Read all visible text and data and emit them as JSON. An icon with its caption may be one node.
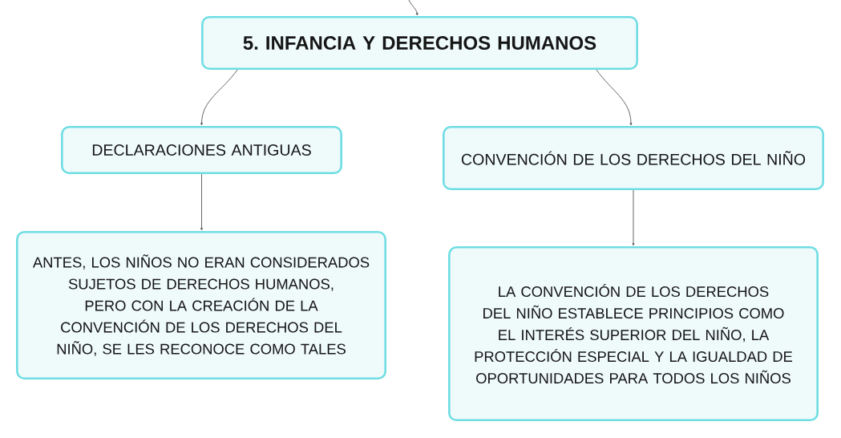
{
  "diagram": {
    "nodes": [
      {
        "text": [
          "5. INFANCIA Y DERECHOS HUMANOS"
        ]
      },
      {
        "text": [
          "DECLARACIONES ANTIGUAS"
        ]
      },
      {
        "text": [
          "CONVENCIÓN DE LOS DERECHOS DEL NIÑO"
        ]
      },
      {
        "text": [
          "ANTES, LOS NIÑOS NO ERAN CONSIDERADOS SUJETOS DE DERECHOS HUMANOS, PERO CON LA CREACIÓN DE LA CONVENCIÓN DE LOS DERECHOS DEL NIÑO, SE LES RECONOCE COMO TALES"
        ]
      },
      {
        "text": [
          "LA CONVENCIÓN DE LOS DERECHOS DEL NIÑO ESTABLECE PRINCIPIOS COMO EL INTERÉS SUPERIOR DEL NIÑO, LA PROTECCIÓN ESPECIAL Y LA IGUALDAD DE OPORTUNIDADES PARA TODOS LOS NIÑOS"
        ]
      }
    ],
    "edges": [
      {
        "from": null,
        "to": 0,
        "arrow": "to"
      },
      {
        "from": 0,
        "to": 1,
        "arrow": "to"
      },
      {
        "from": 0,
        "to": 2,
        "arrow": "to"
      },
      {
        "from": 1,
        "to": 3,
        "arrow": "to"
      },
      {
        "from": 2,
        "to": 4,
        "arrow": "to"
      }
    ]
  }
}
